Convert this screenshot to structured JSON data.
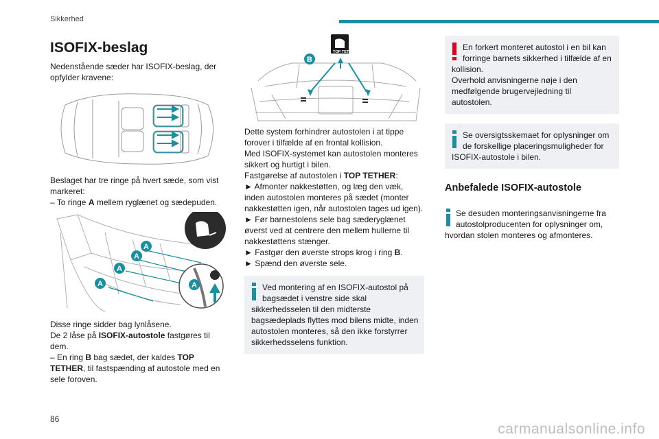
{
  "header": {
    "section": "Sikkerhed"
  },
  "page_number": "86",
  "watermark": "carmanualsonline.info",
  "col1": {
    "title": "ISOFIX-beslag",
    "intro": "Nedenstående sæder har ISOFIX-beslag, der opfylder kravene:",
    "rings_intro": "Beslaget har tre ringe på hvert sæde, som vist markeret:",
    "ring_a_pre": "– To ringe ",
    "ring_a_letter": "A",
    "ring_a_post": " mellem ryglænet og sædepuden.",
    "fig2_labels": [
      "A",
      "A",
      "A",
      "A",
      "A"
    ],
    "behind_zip": "Disse ringe sidder bag lynlåsene.",
    "locks_pre": "De 2 låse på ",
    "locks_bold": "ISOFIX-autostole",
    "locks_post": " fastgøres til dem.",
    "ring_b_pre": "– En ring ",
    "ring_b_letter": "B",
    "ring_b_mid": " bag sædet, der kaldes ",
    "ring_b_bold": "TOP TETHER",
    "ring_b_post": ", til fastspænding af autostole med en sele foroven."
  },
  "col2": {
    "fig_badge": "TOP TETHER",
    "fig_label_b": "B",
    "p1": "Dette system forhindrer autostolen i at tippe forover i tilfælde af en frontal kollision.",
    "p2": "Med ISOFIX-systemet kan autostolen monteres sikkert og hurtigt i bilen.",
    "p3_pre": "Fastgørelse af autostolen i ",
    "p3_bold": "TOP TETHER",
    "p3_post": ":",
    "step1": "► Afmonter nakkestøtten, og læg den væk, inden autostolen monteres på sædet (monter nakkestøtten igen, når autostolen tages ud igen).",
    "step2": "► Før barnestolens sele bag sæderyglænet øverst ved at centrere den mellem hullerne til nakkestøttens stænger.",
    "step3_pre": "► Fastgør den øverste strops krog i ring ",
    "step3_bold": "B",
    "step3_post": ".",
    "step4": "► Spænd den øverste sele.",
    "note_first": "Ved montering af en ISOFIX-autostol på",
    "note_indent": "bagsædet i venstre side skal",
    "note_rest": "sikkerhedsselen til den midterste bagsædeplads flyttes mod bilens midte, inden autostolen monteres, så den ikke forstyrrer sikkerhedsselens funktion."
  },
  "col3": {
    "warn_first": "En forkert monteret autostol i en bil kan",
    "warn_indent": "forringe barnets sikkerhed i tilfælde af en",
    "warn_rest1": "kollision.",
    "warn_rest2": "Overhold anvisningerne nøje i den medfølgende brugervejledning til autostolen.",
    "info1_first": "Se oversigtsskemaet for oplysninger om",
    "info1_indent": "de forskellige placeringsmuligheder for",
    "info1_rest": "ISOFIX-autostole i bilen.",
    "subtitle": "Anbefalede ISOFIX-autostole",
    "info2_first": "Se desuden monteringsanvisningerne fra",
    "info2_indent": "autostolproducenten for oplysninger om,",
    "info2_rest": "hvordan stolen monteres og afmonteres."
  },
  "colors": {
    "accent": "#1a8fa0",
    "info_icon": "#1a8fa0",
    "warning_icon": "#e2001a",
    "note_bg": "#eef0f3"
  }
}
